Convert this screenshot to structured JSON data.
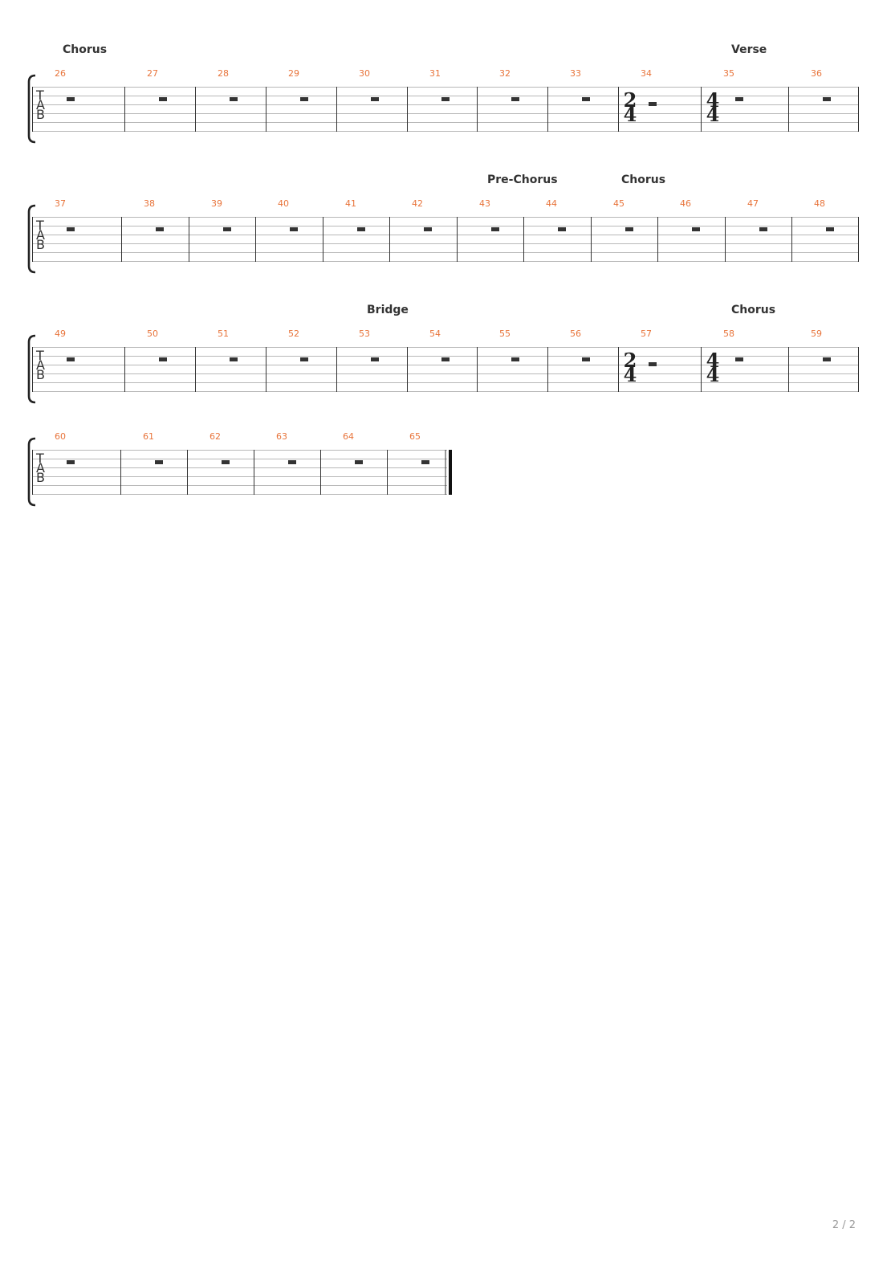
{
  "colors": {
    "measure_number": "#e8743b",
    "staff_line": "#b8b8b8",
    "barline": "#333333",
    "rest": "#333333"
  },
  "tab_clef": [
    "T",
    "A",
    "B"
  ],
  "systems": [
    {
      "sections": [
        {
          "label": "Chorus",
          "at_measure": 26
        },
        {
          "label": "Verse",
          "at_measure": 35
        }
      ],
      "measures": [
        {
          "number": 26
        },
        {
          "number": 27
        },
        {
          "number": 28
        },
        {
          "number": 29
        },
        {
          "number": 30
        },
        {
          "number": 31
        },
        {
          "number": 32
        },
        {
          "number": 33
        },
        {
          "number": 34,
          "time_signature": [
            "2",
            "4"
          ]
        },
        {
          "number": 35,
          "time_signature": [
            "4",
            "4"
          ]
        },
        {
          "number": 36
        }
      ]
    },
    {
      "sections": [
        {
          "label": "Pre-Chorus",
          "at_measure": 43
        },
        {
          "label": "Chorus",
          "at_measure": 45
        }
      ],
      "measures": [
        {
          "number": 37
        },
        {
          "number": 38
        },
        {
          "number": 39
        },
        {
          "number": 40
        },
        {
          "number": 41
        },
        {
          "number": 42
        },
        {
          "number": 43
        },
        {
          "number": 44
        },
        {
          "number": 45
        },
        {
          "number": 46
        },
        {
          "number": 47
        },
        {
          "number": 48
        }
      ]
    },
    {
      "sections": [
        {
          "label": "Bridge",
          "at_measure": 53
        },
        {
          "label": "Chorus",
          "at_measure": 58
        }
      ],
      "measures": [
        {
          "number": 49
        },
        {
          "number": 50
        },
        {
          "number": 51
        },
        {
          "number": 52
        },
        {
          "number": 53
        },
        {
          "number": 54
        },
        {
          "number": 55
        },
        {
          "number": 56
        },
        {
          "number": 57,
          "time_signature": [
            "2",
            "4"
          ]
        },
        {
          "number": 58,
          "time_signature": [
            "4",
            "4"
          ]
        },
        {
          "number": 59
        }
      ]
    },
    {
      "sections": [],
      "final_barline": true,
      "measures": [
        {
          "number": 60
        },
        {
          "number": 61
        },
        {
          "number": 62
        },
        {
          "number": 63
        },
        {
          "number": 64
        },
        {
          "number": 65
        }
      ]
    }
  ],
  "page_number": "2 / 2"
}
